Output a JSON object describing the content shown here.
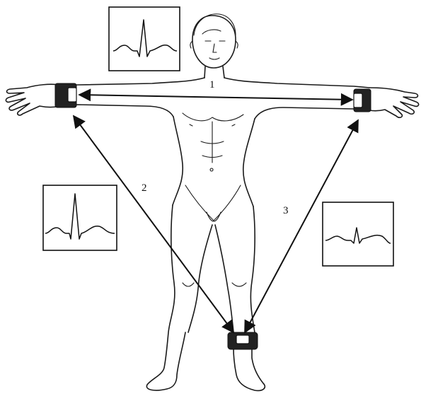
{
  "diagram": {
    "leads": [
      {
        "id": "lead-1",
        "label": "1"
      },
      {
        "id": "lead-2",
        "label": "2"
      },
      {
        "id": "lead-3",
        "label": "3"
      }
    ],
    "traces": [
      {
        "id": "trace-top",
        "r_amplitude": 1.0
      },
      {
        "id": "trace-left",
        "r_amplitude": 1.0
      },
      {
        "id": "trace-right",
        "r_amplitude": 0.35
      }
    ]
  }
}
